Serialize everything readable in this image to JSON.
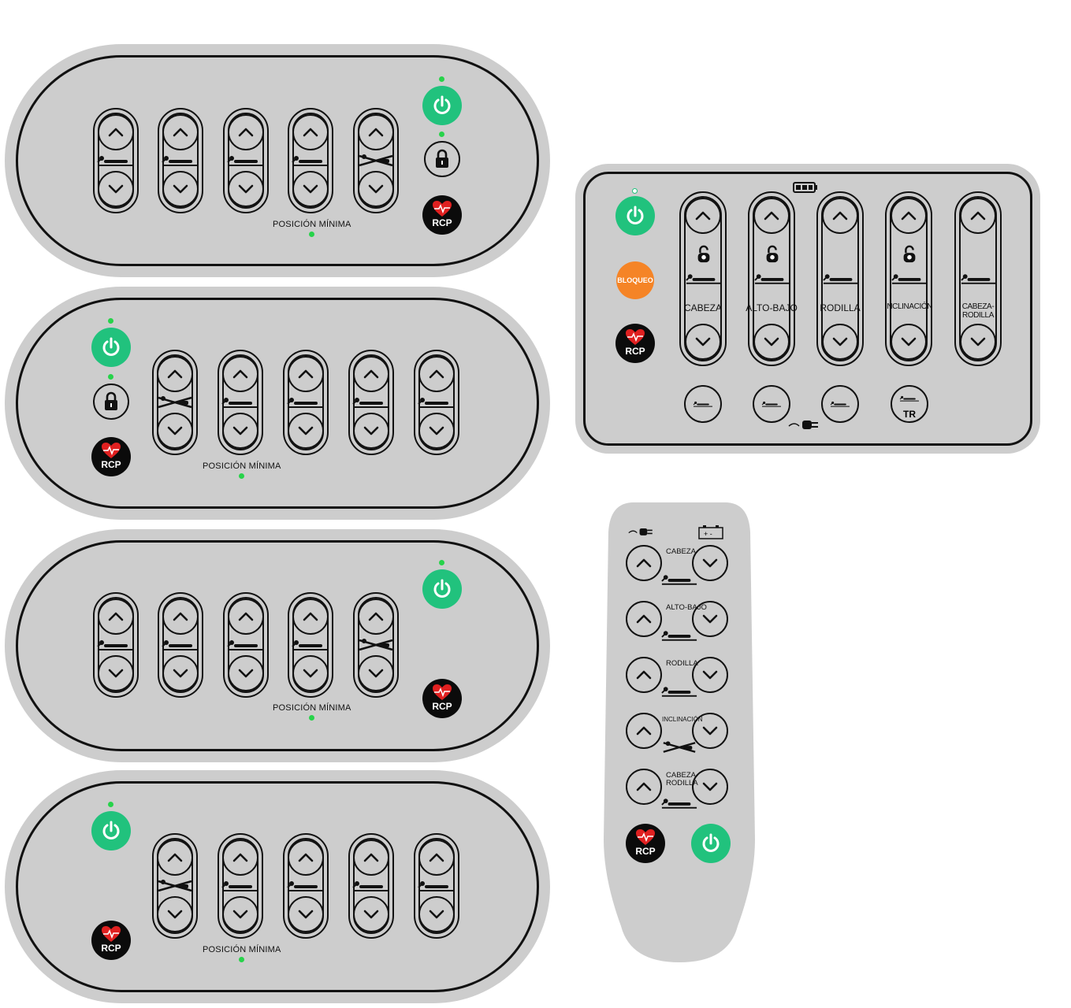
{
  "labels": {
    "min_position": "POSICIÓN MÍNIMA",
    "rcp": "RCP",
    "bloqueo": "BLOQUEO",
    "tr": "TR"
  },
  "wall_panel": {
    "functions": [
      "CABEZA",
      "ALTO-BAJO",
      "RODILLA",
      "INCLINACIÓN",
      "CABEZA-RODILLA"
    ]
  },
  "remote": {
    "functions": [
      "CABEZA",
      "ALTO-BAJO",
      "RODILLA",
      "INCLINACIÓN",
      "CABEZA-\nRODILLA"
    ]
  },
  "icons": {
    "up": "chevron-up-icon",
    "down": "chevron-down-icon",
    "power": "power-icon",
    "lock": "lock-icon",
    "unlock": "unlock-icon",
    "heart": "heart-icon",
    "bed": "bed-position-icon",
    "battery": "battery-icon",
    "plug": "plug-icon"
  },
  "colors": {
    "panel": "#cdcdcd",
    "power": "#21c27d",
    "led": "#27d34a",
    "bloqueo": "#f58426",
    "rcp": "#0b0b0b",
    "heart": "#e02020"
  }
}
